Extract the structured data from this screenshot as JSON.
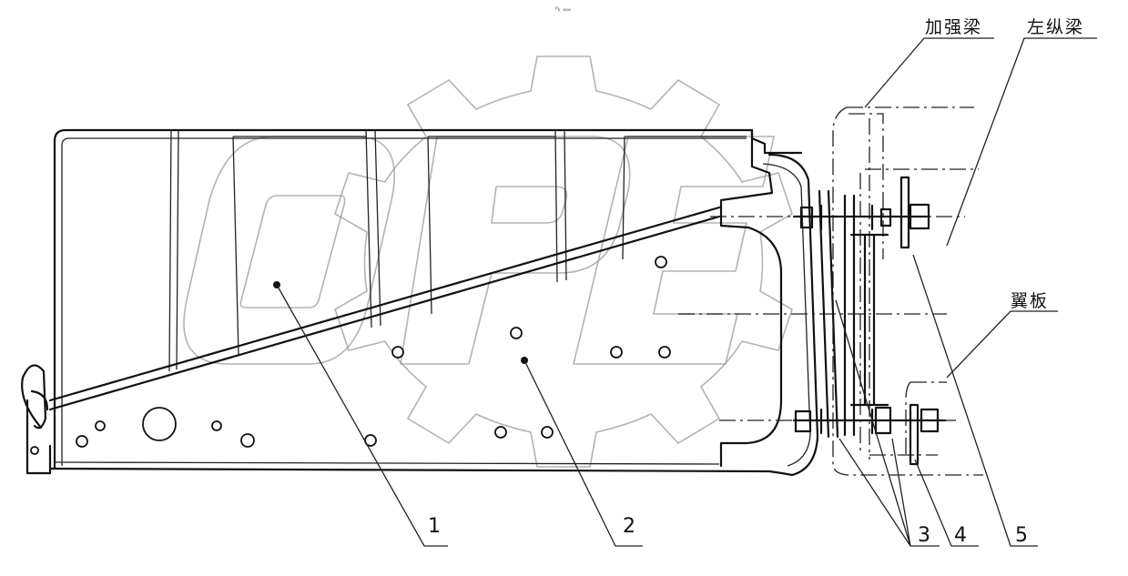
{
  "header_mark": "ᵖₖ ₒₒₒ",
  "watermark": "OPE",
  "annotations": {
    "reinforcement_beam": "加强梁",
    "left_longitudinal_beam": "左纵梁",
    "fender_plate": "翼板"
  },
  "callouts": [
    "1",
    "2",
    "3",
    "4",
    "5"
  ]
}
